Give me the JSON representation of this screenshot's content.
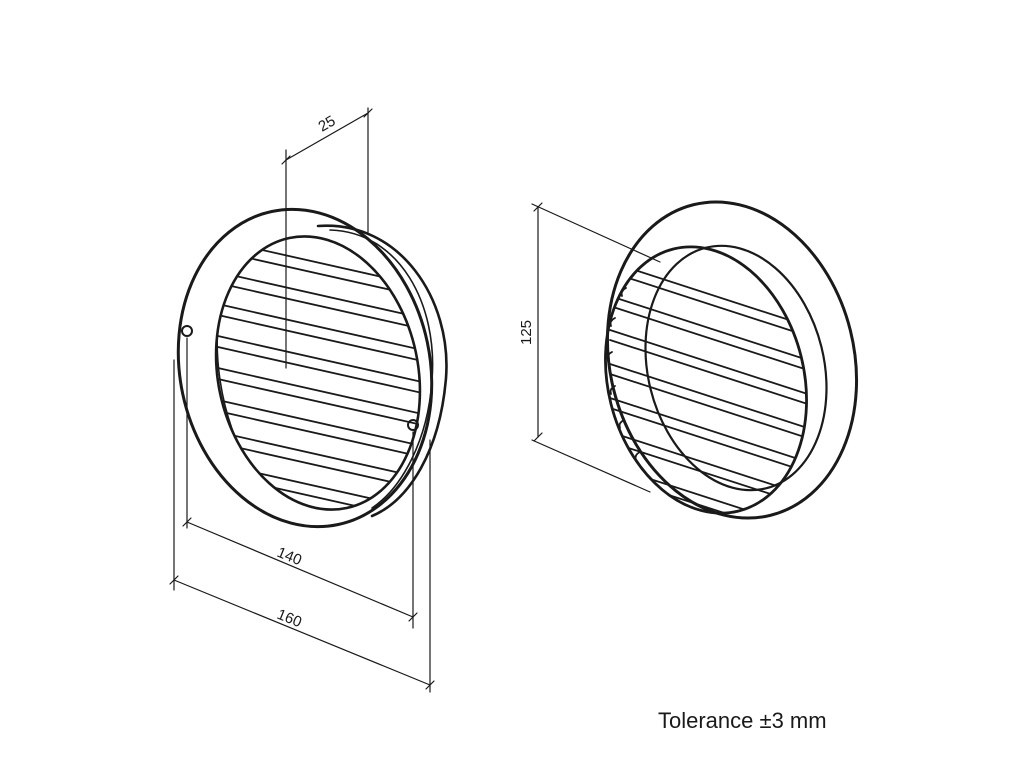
{
  "diagram": {
    "dimensions": {
      "depth": "25",
      "inner_diameter": "140",
      "outer_diameter": "160",
      "duct_diameter": "125"
    },
    "tolerance_note": "Tolerance ±3 mm",
    "colors": {
      "line": "#1a1a1a",
      "background": "#ffffff"
    }
  }
}
